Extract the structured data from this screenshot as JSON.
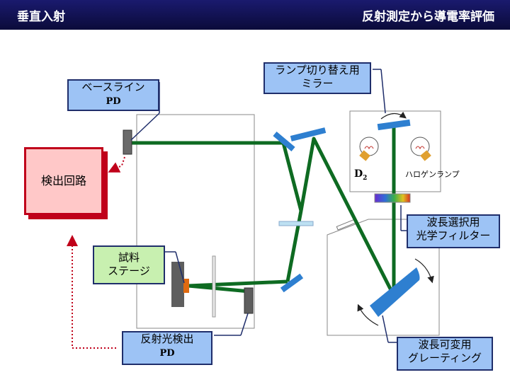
{
  "header": {
    "left": "垂直入射",
    "right": "反射測定から導電率評価"
  },
  "labels": {
    "baseline_pd_line1": "ベースライン",
    "baseline_pd_line2": "PD",
    "circuit": "検出回路",
    "mirror_line1": "ランプ切り替え用",
    "mirror_line2": "ミラー",
    "sample_line1": "試料",
    "sample_line2": "ステージ",
    "reflect_pd_line1": "反射光検出",
    "reflect_pd_line2": "PD",
    "filter_line1": "波長選択用",
    "filter_line2": "光学フィルター",
    "grating_line1": "波長可変用",
    "grating_line2": "グレーティング",
    "d2": "D",
    "d2_sub": "2",
    "halogen": "ハロゲンランプ"
  },
  "colors": {
    "beam": "#0e6b22",
    "optic": "#2e7fd0",
    "box_fill": "#9dc3f5",
    "box_border": "#1f2e6b",
    "circuit_fill": "#ffc8c8",
    "circuit_border": "#c0001a",
    "sample_fill": "#c8f0b0"
  }
}
